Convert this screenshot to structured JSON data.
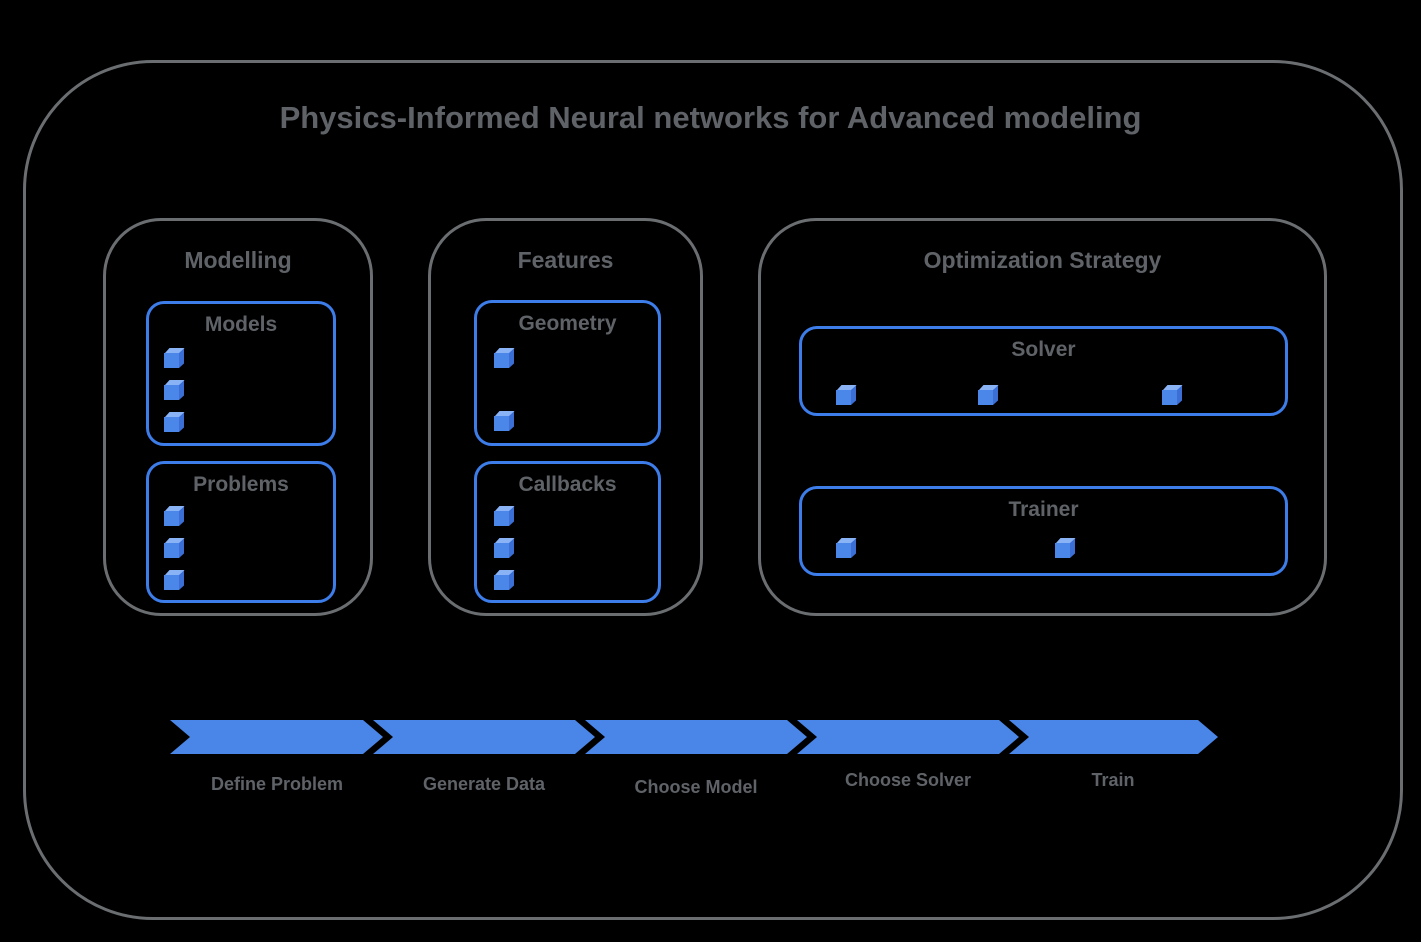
{
  "title": "Physics-Informed Neural networks for Advanced modeling",
  "colors": {
    "background": "#000000",
    "frame_border_gray": "#6b6e71",
    "text_gray": "#5f6368",
    "box_border_blue": "#3d7de9",
    "arrow_blue": "#4a86e8",
    "cube_front_blue": "#4a87e9",
    "cube_top_blue": "#8ab3f6",
    "cube_side_blue": "#3b6fd6"
  },
  "groups": [
    {
      "label": "Modelling",
      "boxes": [
        {
          "label": "Models",
          "icon": "cube-icon",
          "icon_count": 3,
          "icon_layout": "vertical"
        },
        {
          "label": "Problems",
          "icon": "cube-icon",
          "icon_count": 3,
          "icon_layout": "vertical"
        }
      ]
    },
    {
      "label": "Features",
      "boxes": [
        {
          "label": "Geometry",
          "icon": "cube-icon",
          "icon_count": 2,
          "icon_layout": "vertical"
        },
        {
          "label": "Callbacks",
          "icon": "cube-icon",
          "icon_count": 3,
          "icon_layout": "vertical"
        }
      ]
    },
    {
      "label": "Optimization Strategy",
      "boxes": [
        {
          "label": "Solver",
          "icon": "cube-icon",
          "icon_count": 3,
          "icon_layout": "horizontal"
        },
        {
          "label": "Trainer",
          "icon": "cube-icon",
          "icon_count": 2,
          "icon_layout": "horizontal"
        }
      ]
    }
  ],
  "flow": {
    "steps": [
      {
        "label": "Define Problem"
      },
      {
        "label": "Generate Data"
      },
      {
        "label": "Choose Model"
      },
      {
        "label": "Choose Solver"
      },
      {
        "label": "Train"
      }
    ]
  }
}
